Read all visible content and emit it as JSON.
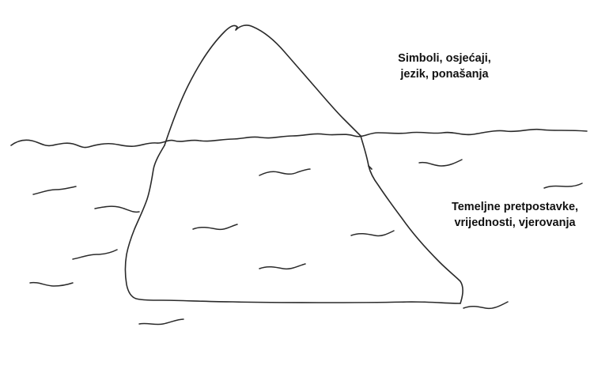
{
  "labels": {
    "above_water": {
      "line1": "Simboli, osjećaji,",
      "line2": "jezik, ponašanja"
    },
    "below_water": {
      "line1": "Temeljne pretpostavke,",
      "line2": "vrijednosti, vjerovanja"
    }
  }
}
